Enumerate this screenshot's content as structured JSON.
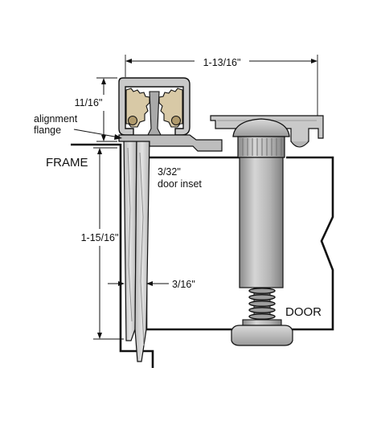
{
  "labels": {
    "overall_width": "1-13/16\"",
    "height_top": "11/16\"",
    "alignment_flange_line1": "alignment",
    "alignment_flange_line2": "flange",
    "frame": "FRAME",
    "door_inset_line1": "3/32\"",
    "door_inset_line2": "door inset",
    "leaf_length": "1-15/16\"",
    "leaf_thickness": "3/16\"",
    "door": "DOOR"
  },
  "colors": {
    "outline": "#111111",
    "part_light": "#cfcfcf",
    "part_mid": "#a9a9a9",
    "part_dark": "#7d7d7d",
    "gear": "#d8c9a6",
    "gear_dark": "#b09a6c",
    "background": "#ffffff"
  }
}
